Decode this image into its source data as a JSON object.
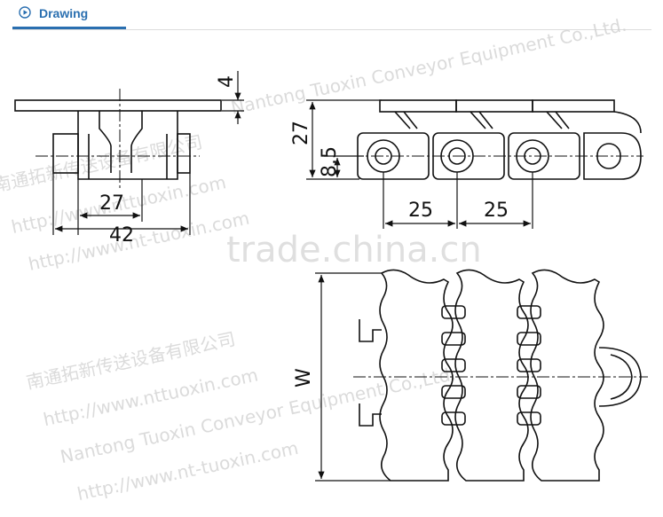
{
  "header": {
    "title": "Drawing",
    "icon": "play-circle-icon",
    "accent": "#2a6fb0"
  },
  "dimensions": {
    "thickness": "4",
    "pitch_left": "27",
    "width_overall": "42",
    "height": "27",
    "pin_height": "8.5",
    "pitch_a": "25",
    "pitch_b": "25",
    "belt_width": "W"
  },
  "watermarks": {
    "cn": "南通拓新传送设备有限公司",
    "en_company": "Nantong Tuoxin Conveyor Equipment Co.,Ltd.",
    "url1": "http://www.nttuoxin.com",
    "url2": "http://www.nt-tuoxin.com",
    "brand": "trade.china.cn"
  }
}
